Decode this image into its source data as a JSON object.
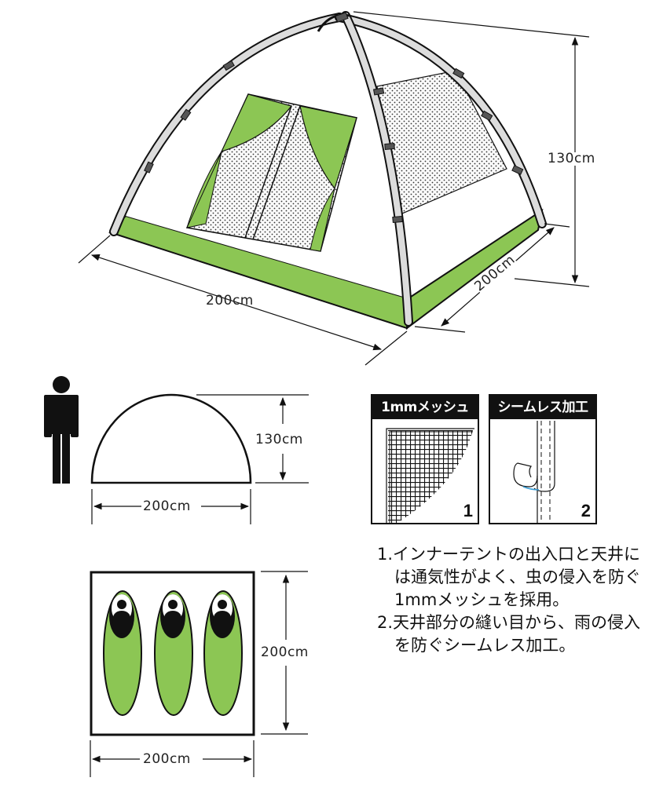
{
  "colors": {
    "green": "#8cc654",
    "outline": "#111111",
    "pole": "#dcdcdc",
    "mesh": "#f4f4f4"
  },
  "tent_3d": {
    "height_label": "130cm",
    "width_label": "200cm",
    "depth_label": "200cm"
  },
  "side_view": {
    "height_label": "130cm",
    "width_label": "200cm",
    "person_icon": "person-icon"
  },
  "floor_plan": {
    "width_label": "200cm",
    "depth_label": "200cm",
    "sleepers": 3
  },
  "features": [
    {
      "title": "1mmメッシュ",
      "number": "1",
      "icon": "mesh-icon"
    },
    {
      "title": "シームレス加工",
      "number": "2",
      "icon": "seamless-icon"
    }
  ],
  "description": [
    "1.インナーテントの出入口と天井には通気性がよく、虫の侵入を防ぐ1mmメッシュを採用。",
    "2.天井部分の縫い目から、雨の侵入を防ぐシームレス加工。"
  ]
}
